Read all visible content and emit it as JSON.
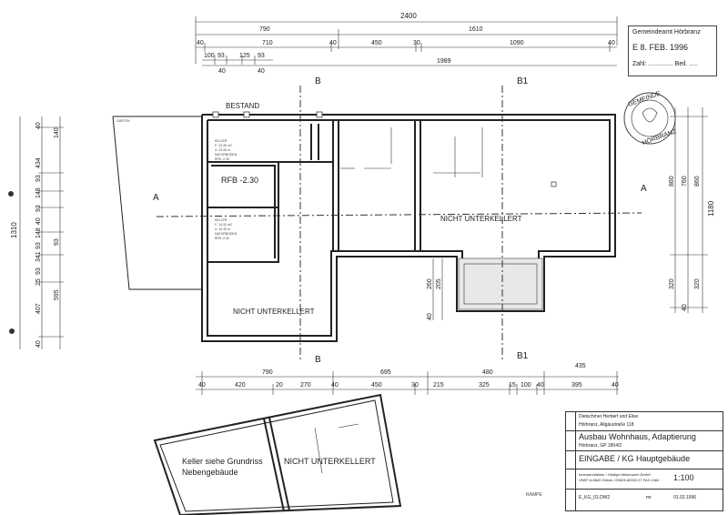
{
  "plan": {
    "title": "BESTAND",
    "level_label": "RFB -2.30",
    "areas": [
      "NICHT UNTERKELLERT",
      "NICHT UNTERKELLERT",
      "NICHT UNTERKELLERT"
    ],
    "garden_label": "GARTEN",
    "neighbor_note_1": "Keller siehe Grundriss",
    "neighbor_note_2": "Nebengebäude",
    "ramp_label": "RAMPE",
    "room_keller_1": [
      "KELLER",
      "F: 23.35 m2",
      "U: 22.65 m",
      "NATURBODEN",
      "RFB -2.30"
    ],
    "room_keller_2": [
      "KELLER",
      "F: 14.32 m2",
      "U: 15.33 m",
      "NATURBODEN",
      "RFB -2.30"
    ]
  },
  "sections": {
    "a": "A",
    "b": "B",
    "b1": "B1"
  },
  "dims": {
    "top_total": "2400",
    "top_row2": [
      "790",
      "1610"
    ],
    "top_row3": [
      "40",
      "710",
      "40",
      "450",
      "30",
      "1090",
      "40"
    ],
    "top_row4": [
      "100",
      "93",
      "125",
      "93"
    ],
    "top_row5": [
      "40",
      "40",
      "1989"
    ],
    "bottom_row1": [
      "790",
      "695",
      "480",
      "435"
    ],
    "bottom_row2": [
      "40",
      "420",
      "20",
      "270",
      "40",
      "450",
      "30",
      "215",
      "325",
      "15",
      "100",
      "40",
      "395",
      "40"
    ],
    "left_total": "1310",
    "left_inner": [
      "40",
      "434",
      "93",
      "148",
      "93",
      "40",
      "148",
      "93",
      "341",
      "93",
      "25",
      "407",
      "40"
    ],
    "left_sub": [
      "140",
      "93",
      "595"
    ],
    "right_total": "1180",
    "right_inner": [
      "860",
      "860",
      "320",
      "320",
      "40"
    ],
    "right_sub": [
      "760"
    ],
    "court": [
      "260",
      "205",
      "40"
    ]
  },
  "stamp": {
    "office": "Gemeindeamt Hörbranz",
    "received": "E 8. FEB. 1996",
    "page": "Zahl: .............. Beil. .....",
    "seal_top": "GEMEINDE",
    "seal_bottom": "HÖRBRANZ"
  },
  "titleblock": {
    "owner_1": "Dietschmer Herbert und Elise",
    "owner_2": "Hörbranz, Allgäustraße 118",
    "project": "Ausbau Wohnhaus, Adaptierung",
    "project_sub": "Hörbranz, GP 1804/2",
    "plan_title": "EINGABE / KG Hauptgebäude",
    "office_1": "Innenarchitektur / Hödlgei Mösenweri GmbH",
    "office_2": "VNEF A-6840 Götzis / 05523-62282-27 FAX 2464",
    "scale": "1:100",
    "file": "E_KG_01.DW2",
    "unit": "mr",
    "date": "01.02.1996"
  }
}
